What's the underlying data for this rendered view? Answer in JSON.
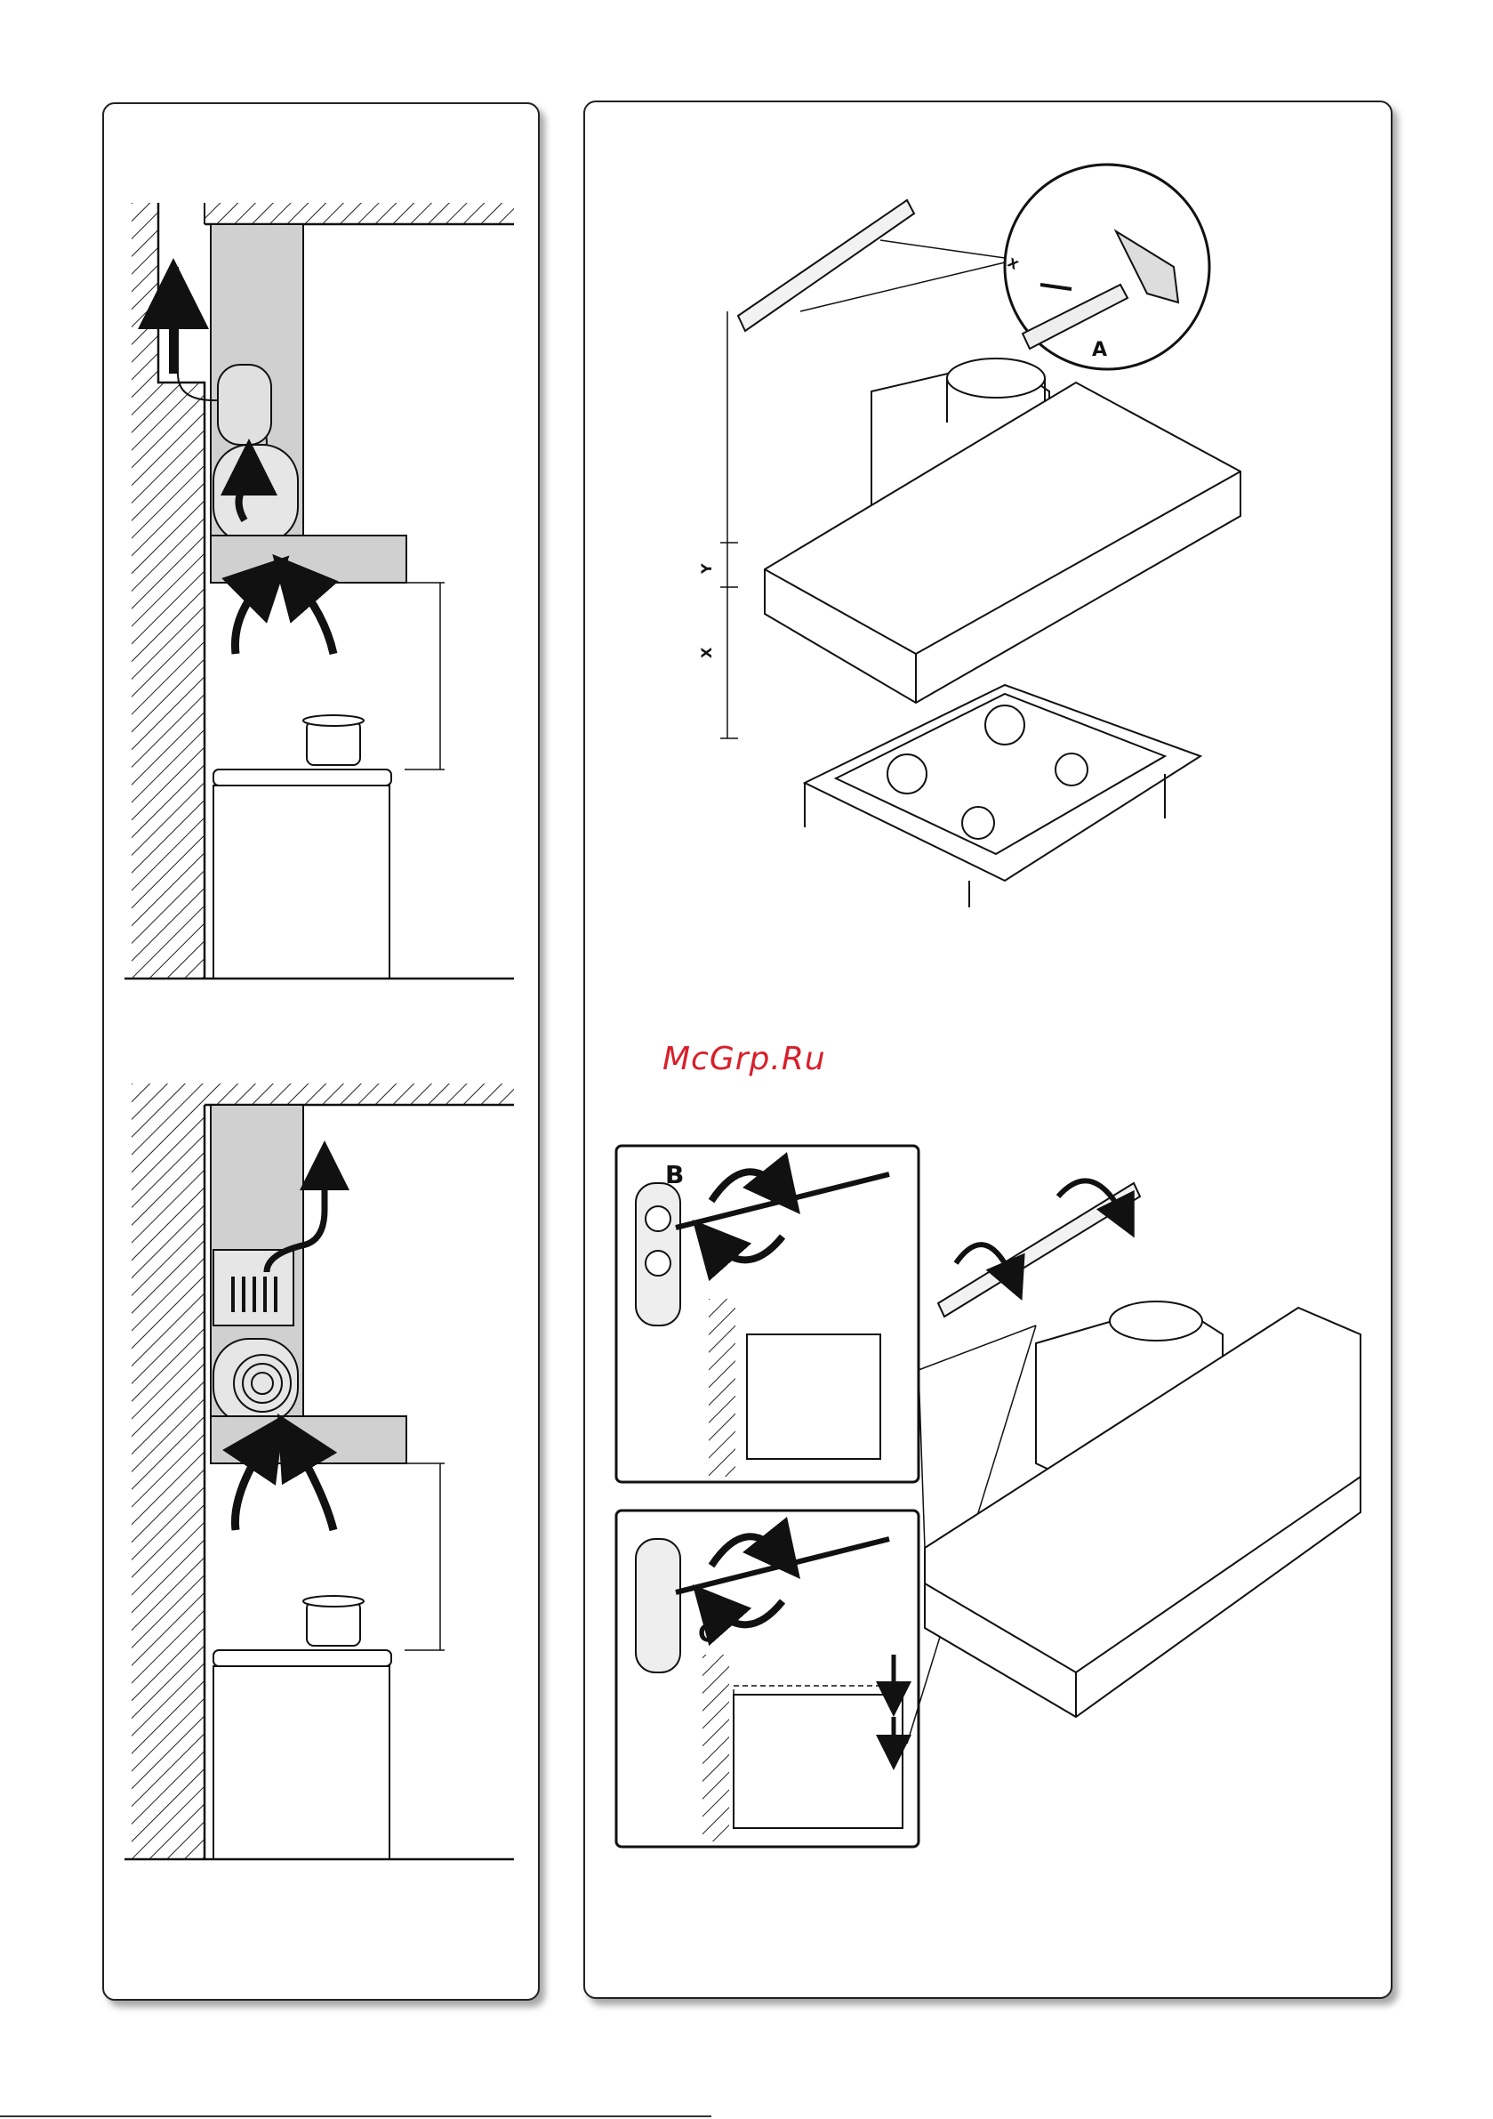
{
  "watermark": "McGrp.Ru",
  "labels": {
    "a": "A",
    "b": "B",
    "c": "C",
    "x_small": "X",
    "y": "Y",
    "x": "X"
  },
  "colors": {
    "hood_fill": "#d0d0d0",
    "line": "#111111",
    "watermark": "#d81f2a"
  }
}
